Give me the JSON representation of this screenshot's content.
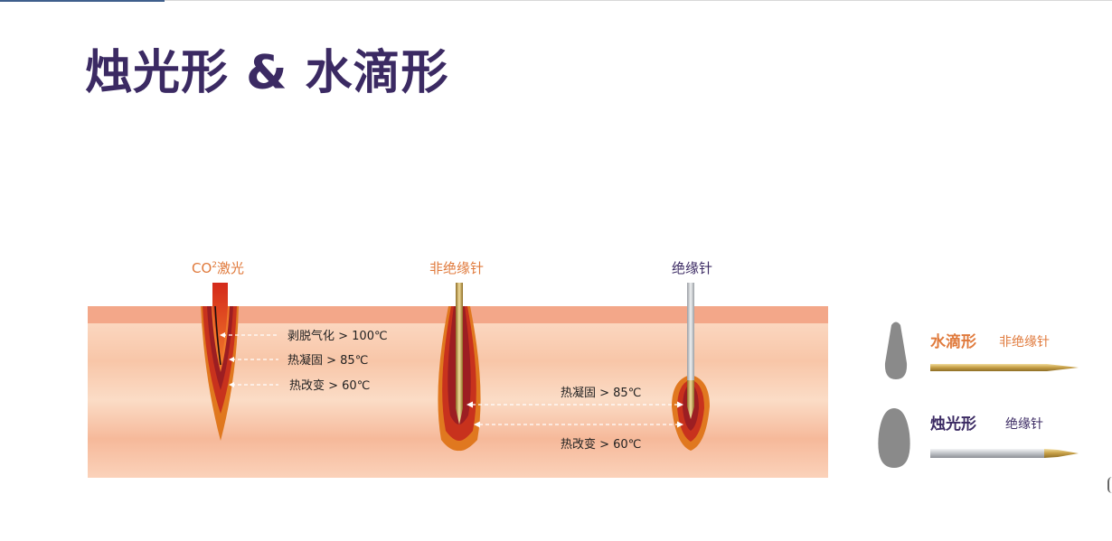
{
  "title": "烛光形 & 水滴形",
  "colors": {
    "title": "#3b2a63",
    "accent_orange": "#e07a3c",
    "dark_purple": "#3b2a63",
    "skin_top": "#f3b49a",
    "skin_body": "#fbd7c0",
    "zone_outer": "#e0781f",
    "zone_middle": "#c8321d",
    "zone_inner": "#9c1e22",
    "gold_needle": "#c9a24a",
    "silver_needle": "#bfc2c7"
  },
  "diagram": {
    "co2": {
      "label_main": "CO",
      "label_sup": "2",
      "label_rest": "激光",
      "annotations": [
        "剥脱气化 > 100℃",
        "热凝固 > 85℃",
        "热改变 > 60℃"
      ]
    },
    "non_insulated": {
      "label": "非绝缘针"
    },
    "insulated": {
      "label": "绝缘针"
    },
    "shared_annotations": [
      "热凝固 > 85℃",
      "热改变 > 60℃"
    ]
  },
  "legend": {
    "teardrop": {
      "shape": "水滴形",
      "needle": "非绝缘针"
    },
    "candle": {
      "shape": "烛光形",
      "needle": "绝缘针"
    }
  }
}
